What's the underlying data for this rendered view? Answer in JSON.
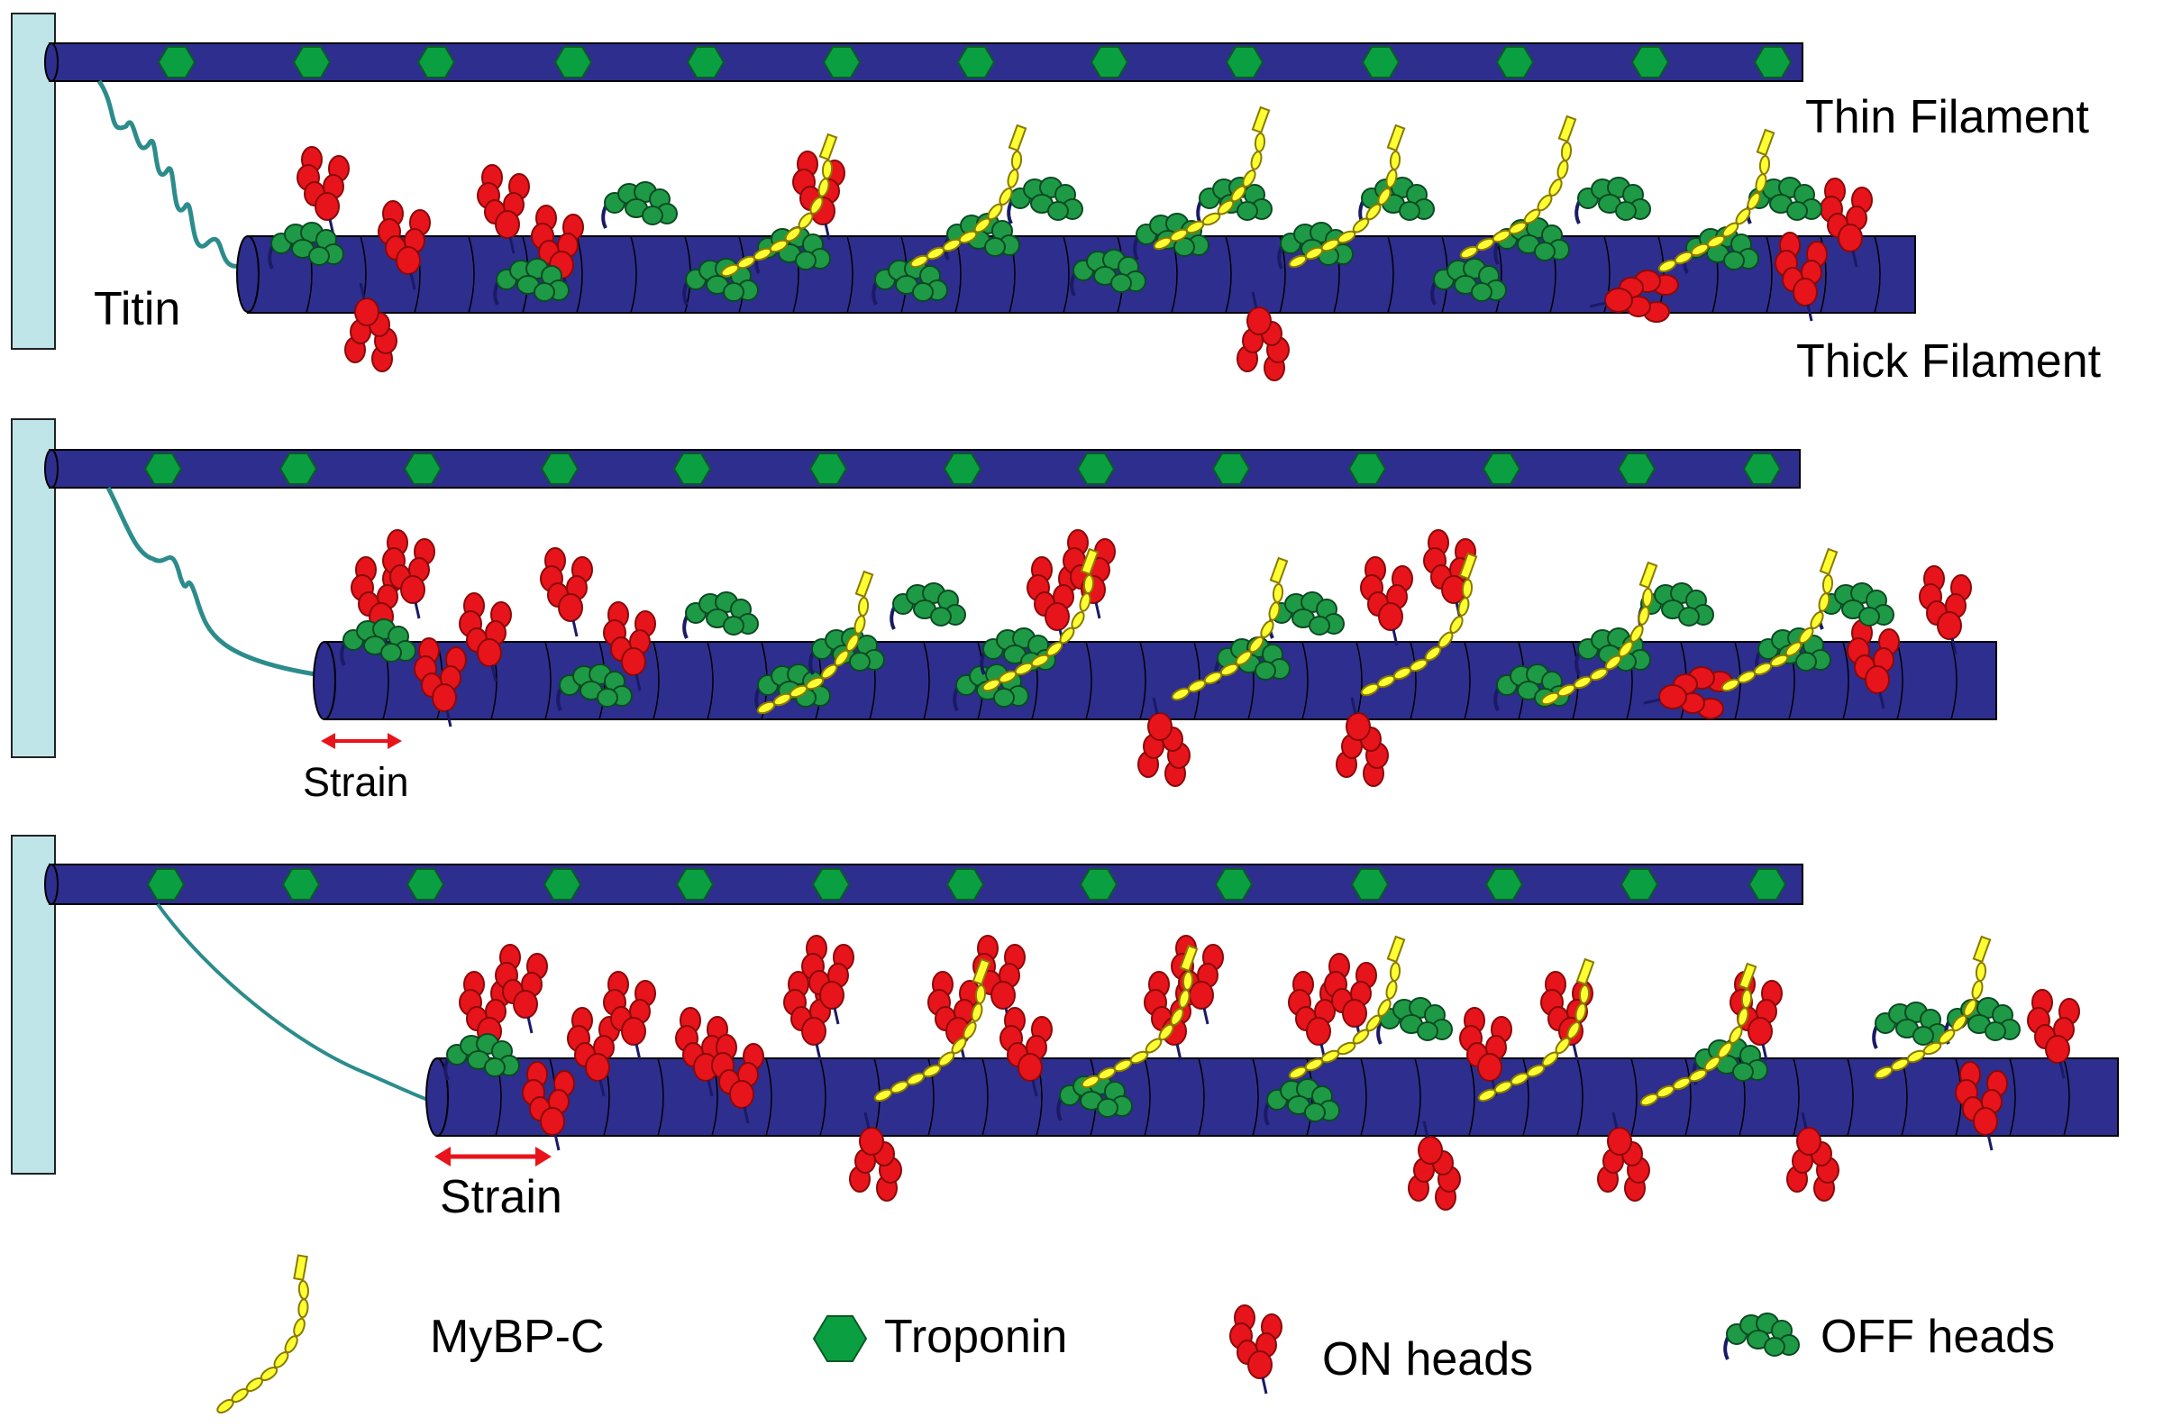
{
  "labels": {
    "thin_filament": "Thin Filament",
    "thick_filament": "Thick Filament",
    "titin": "Titin",
    "strain": "Strain"
  },
  "legend": {
    "mybpc": "MyBP-C",
    "troponin": "Troponin",
    "on_heads": "ON heads",
    "off_heads": "OFF heads"
  },
  "colors": {
    "filament": "#2e2e8f",
    "troponin": "#0aa041",
    "on_head": "#e8141b",
    "off_head": "#1e9a46",
    "mybpc": "#ffff33",
    "titin": "#2c8c8c",
    "wall": "#bfe5e8",
    "strain_arrow": "#e8141b"
  },
  "panels": [
    {
      "name": "panel-1",
      "strain_shown": false
    },
    {
      "name": "panel-2",
      "strain_shown": true
    },
    {
      "name": "panel-3",
      "strain_shown": true
    }
  ]
}
